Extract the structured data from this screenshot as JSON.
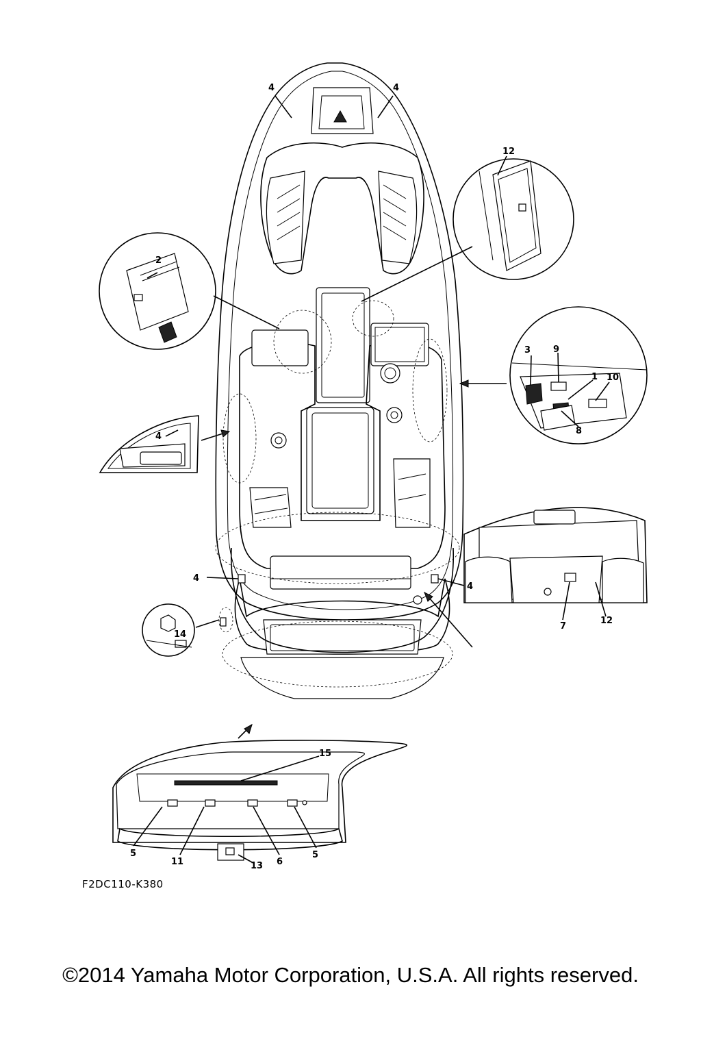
{
  "diagram": {
    "code": "F2DC110-K380",
    "copyright": "©2014 Yamaha Motor Corporation, U.S.A. All rights reserved.",
    "callouts": {
      "bow_left": "4",
      "bow_right": "4",
      "detail_top_right": "12",
      "detail_left": "2",
      "detail_right_3": "3",
      "detail_right_9": "9",
      "detail_right_1": "1",
      "detail_right_10": "10",
      "detail_right_8": "8",
      "side_left": "4",
      "mid_left": "4",
      "mid_right": "4",
      "small_left": "14",
      "stern_right_7": "7",
      "stern_right_12": "12",
      "transom_15": "15",
      "transom_5_left": "5",
      "transom_11": "11",
      "transom_13": "13",
      "transom_6": "6",
      "transom_5_right": "5"
    }
  }
}
